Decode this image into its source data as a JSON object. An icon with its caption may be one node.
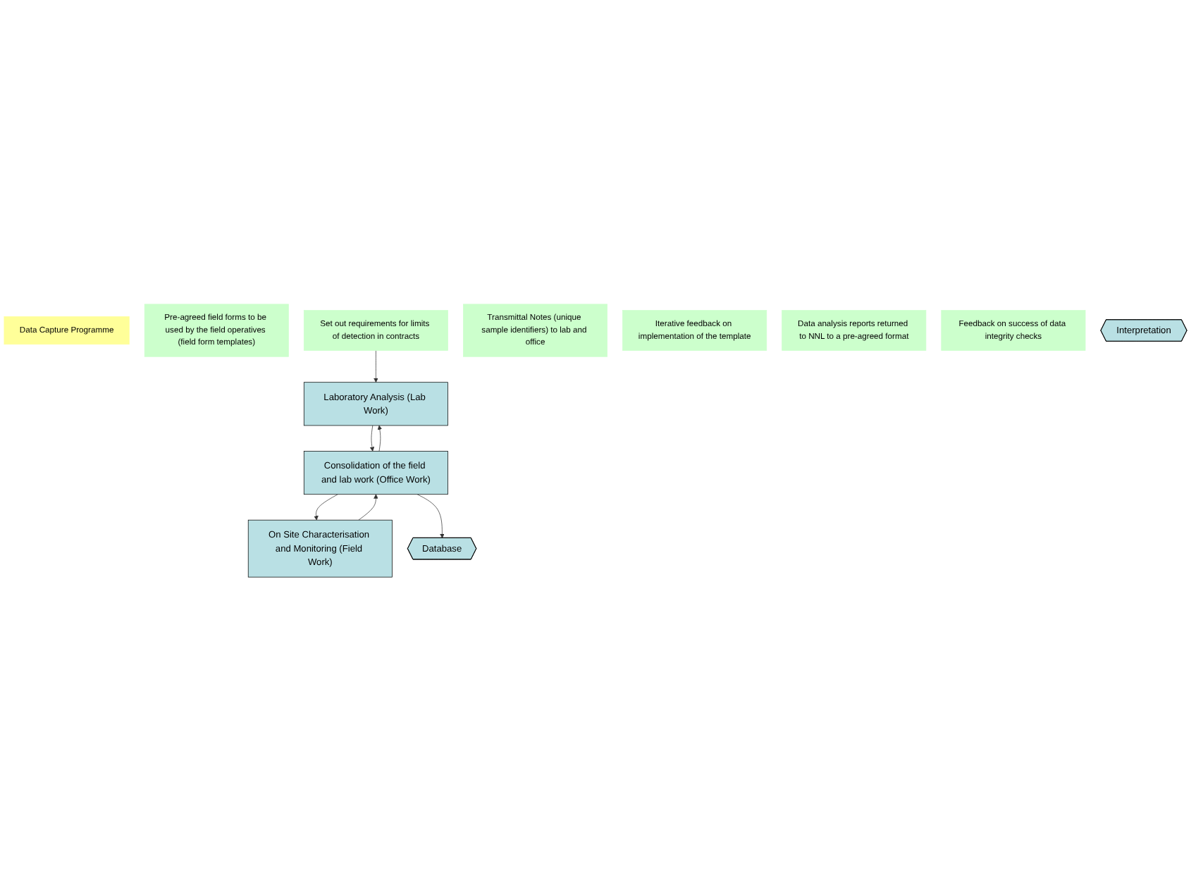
{
  "diagram": {
    "nodes": [
      {
        "text": [
          "Data Capture Programme"
        ]
      },
      {
        "text": [
          "Pre-agreed field forms to be used by the field operatives (field form templates)"
        ]
      },
      {
        "text": [
          "Set out requirements for limits of detection in contracts"
        ]
      },
      {
        "text": [
          "On Site Characterisation and Monitoring (Field Work)"
        ]
      },
      {
        "text": [
          "Transmittal Notes (unique sample identifiers) to lab and office"
        ]
      },
      {
        "text": [
          "Iterative feedback on implementation of the template"
        ]
      },
      {
        "text": [
          "Laboratory Analysis (Lab Work)"
        ]
      },
      {
        "text": [
          "Data analysis reports returned to NNL to a pre-agreed format"
        ]
      },
      {
        "text": [
          "Feedback on success of data integrity checks"
        ]
      },
      {
        "text": [
          "Consolidation of the field and lab work (Office Work)"
        ]
      },
      {
        "text": [
          "Database"
        ]
      },
      {
        "text": [
          "Interpretation"
        ]
      }
    ],
    "edges": [
      {
        "from": 2,
        "to": 6,
        "arrow": "to"
      },
      {
        "from": 3,
        "to": 9,
        "arrow": "to"
      },
      {
        "from": 9,
        "to": 3,
        "arrow": "to"
      },
      {
        "from": 6,
        "to": 9,
        "arrow": "to"
      },
      {
        "from": 9,
        "to": 6,
        "arrow": "to"
      },
      {
        "from": 9,
        "to": 10,
        "arrow": "to"
      }
    ]
  }
}
